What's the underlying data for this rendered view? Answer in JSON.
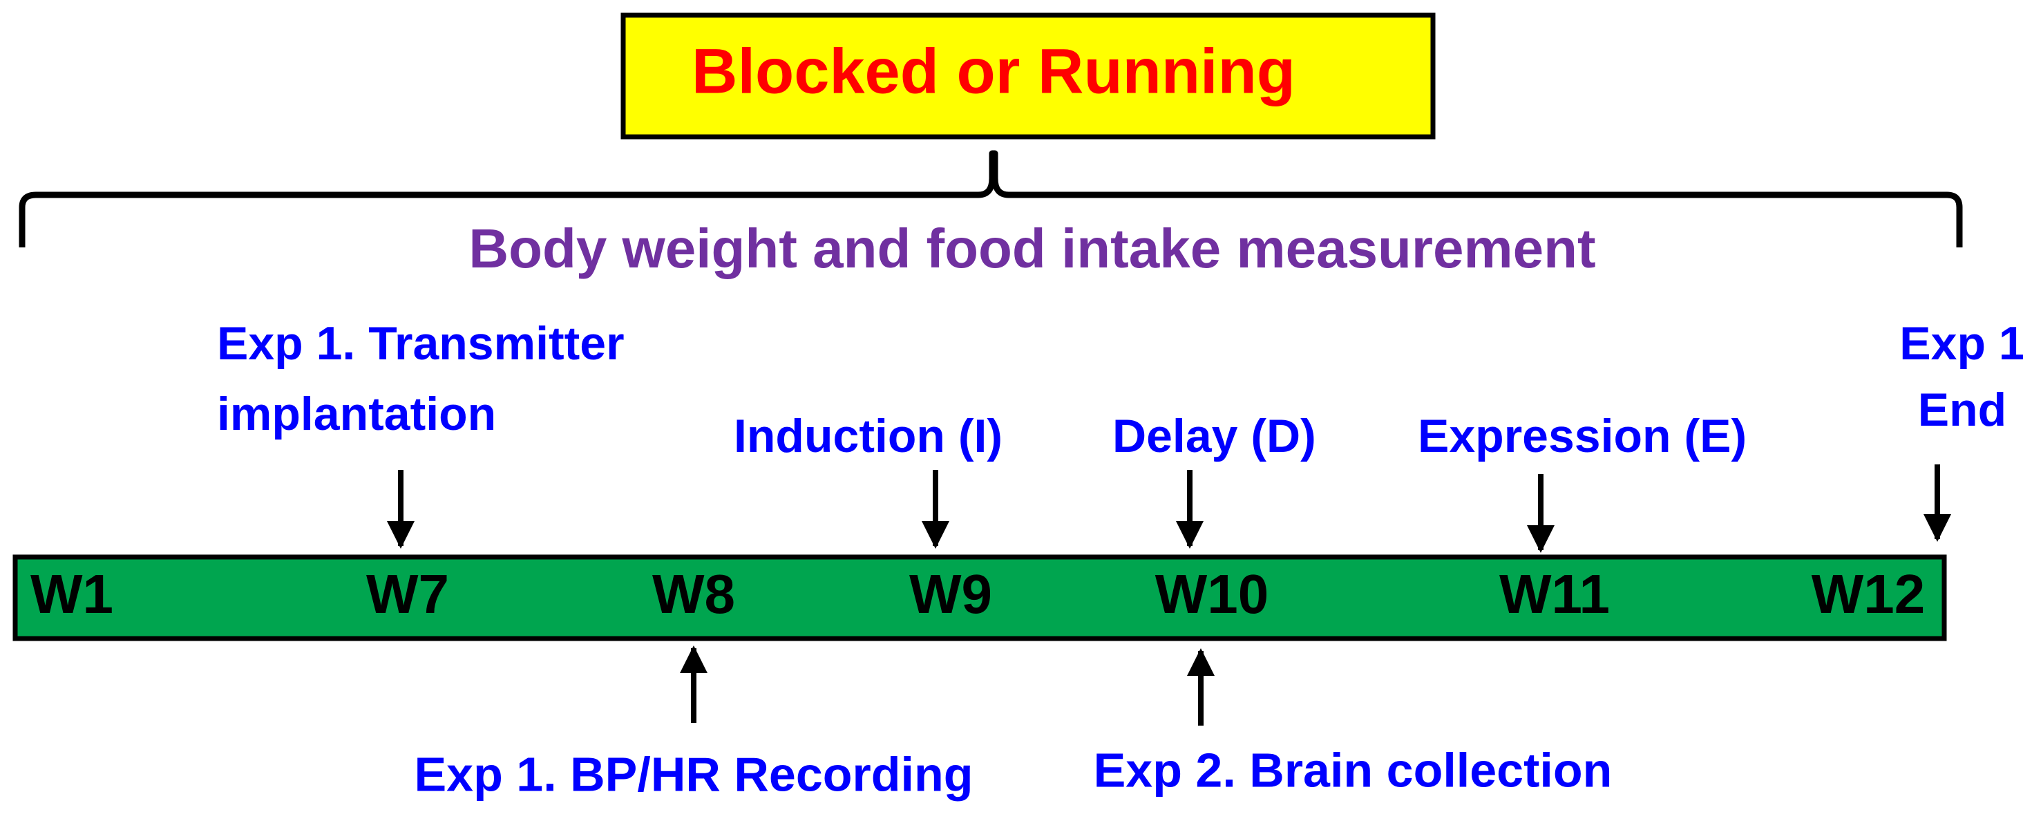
{
  "title_box": {
    "text": "Blocked or Running"
  },
  "span_label": "Body weight and food intake measurement",
  "weeks": [
    "W1",
    "W7",
    "W8",
    "W9",
    "W10",
    "W11",
    "W12"
  ],
  "events_above": {
    "transmitter": [
      "Exp 1. Transmitter",
      "implantation"
    ],
    "induction": "Induction (I)",
    "delay": "Delay (D)",
    "expression": "Expression (E)",
    "exp1_end": [
      "Exp 1",
      "End"
    ]
  },
  "events_below": {
    "bp_hr": "Exp 1. BP/HR Recording",
    "brain": "Exp 2. Brain collection"
  },
  "colors": {
    "title_text": "#ff0000",
    "title_fill": "#ffff00",
    "span_label": "#7030a0",
    "event_label": "#0000ff",
    "timeline_fill": "#00a54f",
    "stroke": "#000000"
  }
}
